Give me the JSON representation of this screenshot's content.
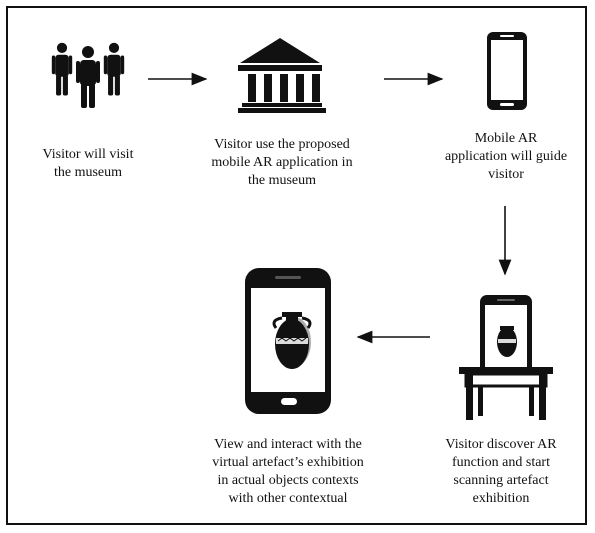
{
  "steps": [
    {
      "id": "visit",
      "icon": "people-icon",
      "text": "Visitor will visit\nthe museum"
    },
    {
      "id": "use-app",
      "icon": "museum-building-icon",
      "text": "Visitor use the proposed\nmobile AR application in\nthe museum"
    },
    {
      "id": "guide",
      "icon": "smartphone-icon",
      "text": "Mobile AR\napplication will guide\nvisitor"
    },
    {
      "id": "discover",
      "icon": "phone-scanning-artefact-icon",
      "text": "Visitor discover AR\nfunction and start\nscanning artefact\nexhibition"
    },
    {
      "id": "interact",
      "icon": "phone-virtual-artefact-icon",
      "text": "View and interact with the\nvirtual artefact’s exhibition\nin actual objects contexts\nwith other contextual"
    }
  ],
  "colors": {
    "ink": "#111111",
    "screen": "#ffffff",
    "frame": "#111111"
  }
}
